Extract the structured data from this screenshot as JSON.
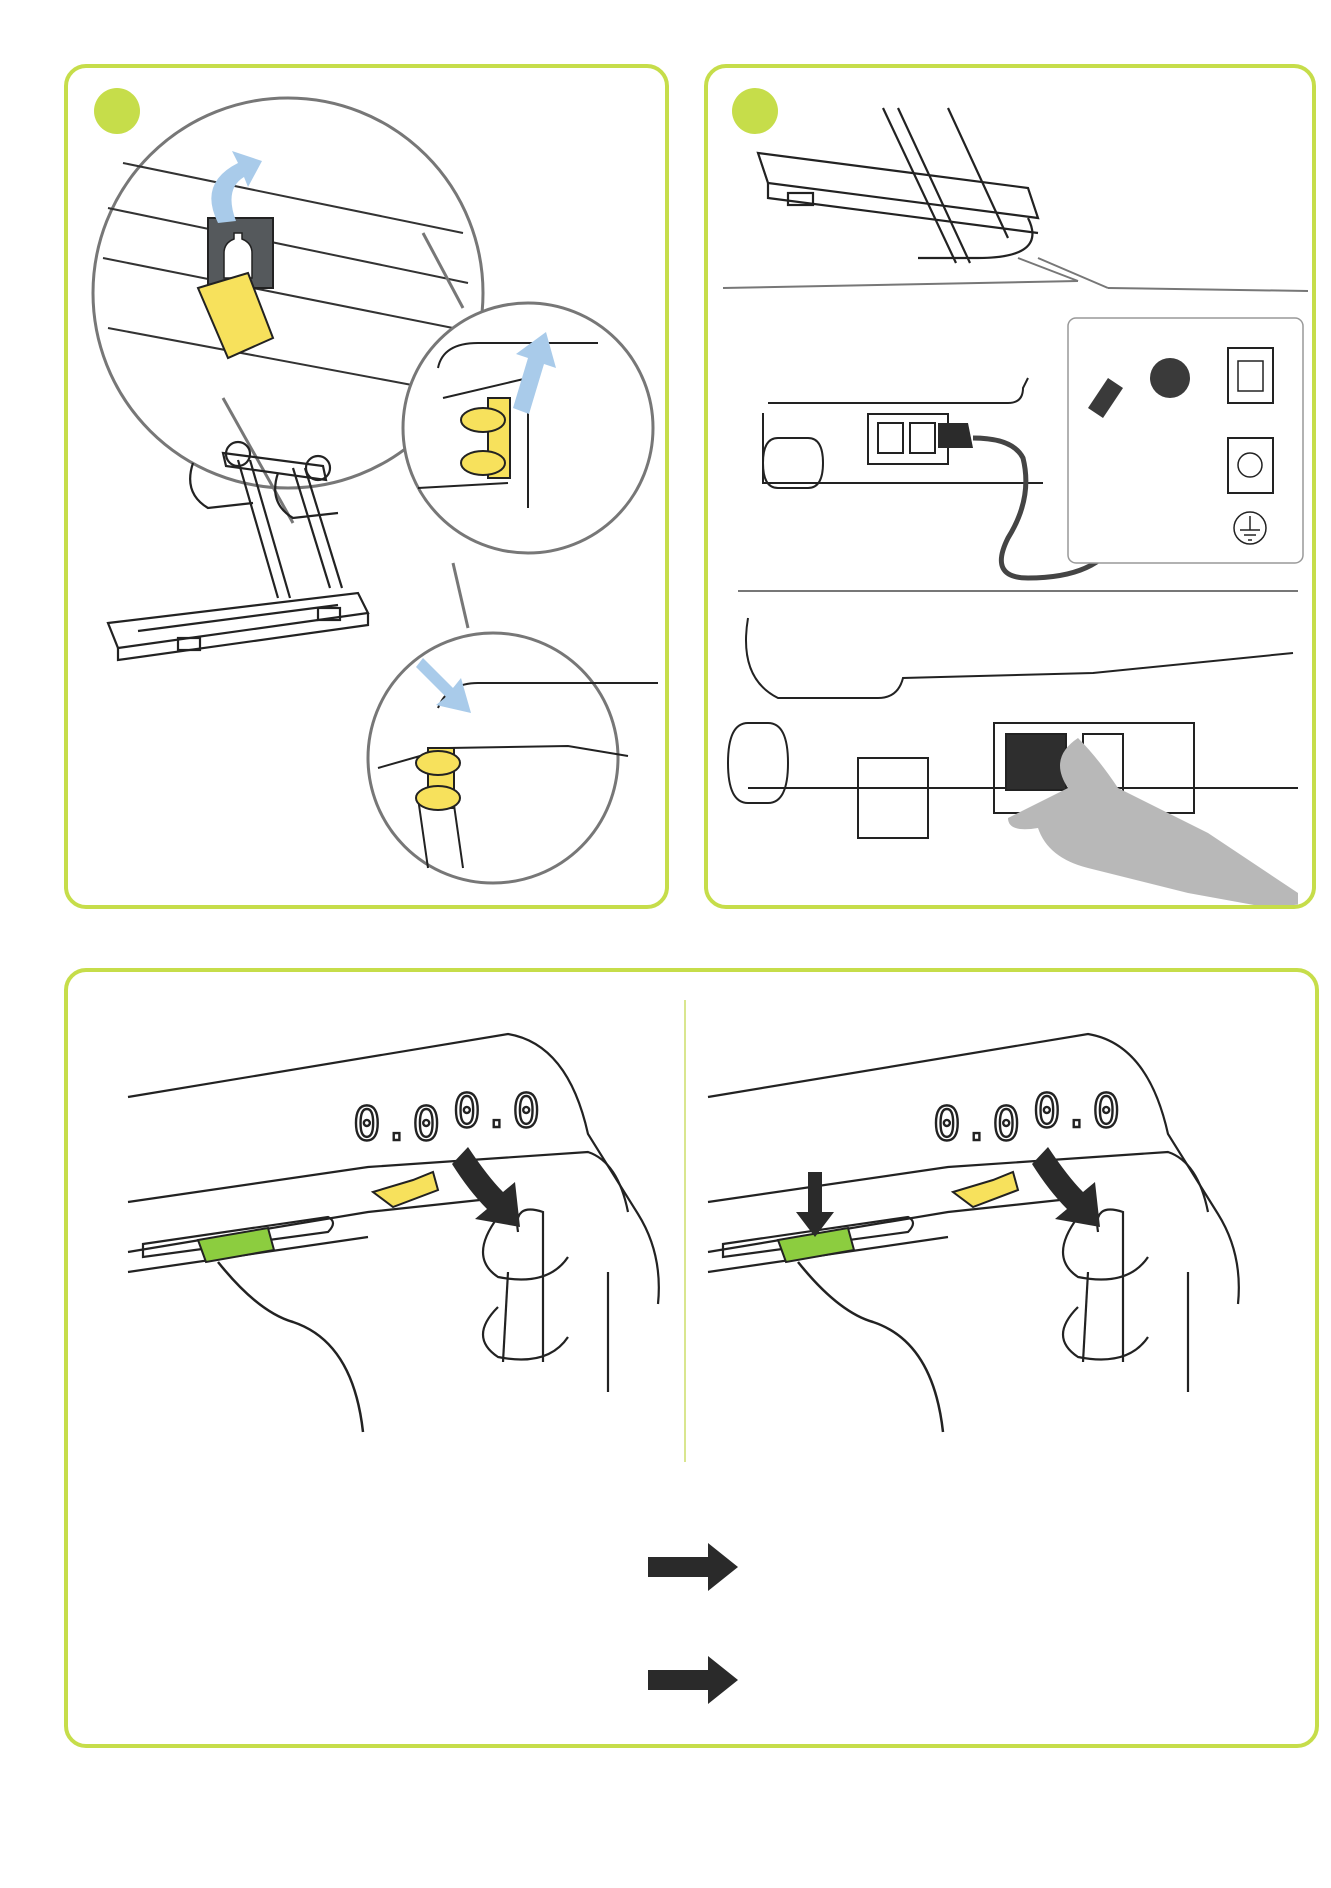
{
  "steps": {
    "one": "",
    "two": ""
  },
  "displays": {
    "left": {
      "speed": "0.0",
      "incline": "0.0"
    },
    "right": {
      "speed": "0.0",
      "incline": "0.0"
    }
  },
  "colors": {
    "panel_border": "#c6dd4a",
    "step_dot": "#c6dd4a",
    "arrow_blue": "#a9cbea",
    "clip_yellow": "#f7e15c",
    "key_green": "#8ccd3f",
    "hand_gray": "#b8b8b8"
  },
  "icons": [
    "bottle-holder-icon",
    "power-switch-icon",
    "plug-icon",
    "socket-icon",
    "ground-icon",
    "arrow-right-icon"
  ]
}
